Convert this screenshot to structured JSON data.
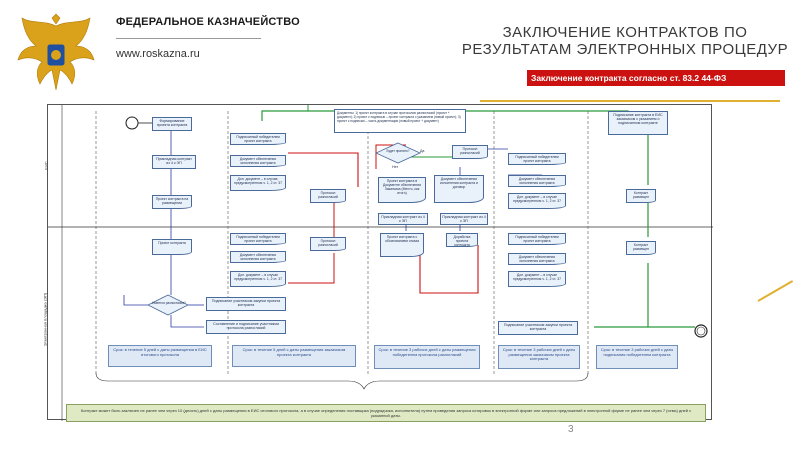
{
  "header": {
    "brand_name": "ФЕДЕРАЛЬНОЕ КАЗНАЧЕЙСТВО",
    "brand_url": "www.roskazna.ru",
    "title": "ЗАКЛЮЧЕНИЕ КОНТРАКТОВ ПО РЕЗУЛЬТАТАМ ЭЛЕКТРОННЫХ ПРОЦЕДУР",
    "subtitle": "Заключение контракта согласно ст. 83.2 44-ФЗ"
  },
  "lanes": {
    "top": "ЕИС",
    "bottom": "Электронная площадка (ЭП)"
  },
  "boxes": {
    "b1": "Формирование проекта контракта",
    "b2": "Прикладная контракт из 4 к ЭП",
    "b3": "Проект контракта на размещении",
    "b4": "Проект контракта",
    "d1": "Имеется разногласия?",
    "c1": "Подписанный победителем проект контракта",
    "c2": "Документ обеспечения исполнения контракта",
    "c3": "Доп. документ – в случае, предусмотренном ч. 1, 2 ст. 37",
    "c4": "Подписанный победителем проект контракта",
    "c5": "Документ обеспечения исполнения контракта",
    "c6": "Доп. документ – в случае предусмотренном ч. 1, 2 ст. 37",
    "c7": "Подписание участником закупки проекта контракта",
    "c8": "Составление и подписание участником протокола разногласий",
    "p1": "Протокол разногласий",
    "p2": "Протокол разногласий",
    "m1": "Проект контракта в Документе обеспечения Заказчика (Место, как итого)",
    "m2": "Протокол разногласий",
    "m3": "Документ обеспечения исполнения контракта и договор",
    "m4": "Прикладная контракт из 4 к ЭП",
    "m5": "Прикладная контракт из 4 к ЭП",
    "m6": "Проект контракта с обоснованием отказа",
    "m7": "Доработка проекта контракта",
    "d2": "Будет принято?",
    "c9": "Подписанный победителем проект контракта",
    "c10": "Документ обеспечения исполнения контракта",
    "c11": "Доп. документ – в случае предусмотренном ч. 1, 2 ст. 37",
    "c12": "Подписанный победителем проект контракта",
    "c13": "Документ обеспечения исполнения контракта",
    "c14": "Доп. документ – в случае предусмотренном ч. 1, 2 ст. 37",
    "c15": "Подписание участником закупки проекта контракта",
    "f1": "Подписание контракта в ЕИС заказчиком с указанием о подписанном контракте",
    "f2": "Контракт размещен",
    "f3": "Контракт размещен",
    "note": "Документы: 1) проект контракта в случае протоколов разногласий (проект + документ); 2) проект с подписью – проект контракта с указанием (новый проект); 3) проект с подписью – часть документации (новый проект + документ)",
    "yes": "Да",
    "no": "Нет"
  },
  "terms": {
    "t1": "Срок: в течение 5 дней с даты размещения в ЕИС итогового протокола",
    "t2": "Срок: в течение 5 дней с даты размещения заказчиком проекта контракта",
    "t3": "Срок: в течение 3 рабочих дней с даты размещения победителем протокола разногласий",
    "t4": "Срок: в течение 3 рабочих дней с даты размещения заказчиком проекта контракта",
    "t5": "Срок: в течение 3 рабочих дней с даты подписания победителем контракта"
  },
  "footer": {
    "note": "Контракт может быть заключен не ранее чем через 10 (десять) дней с даты размещения в ЕИС итогового протокола, а в случае определения поставщика (подрядчика, исполнителя) путем проведения запроса котировок в электронной форме или запроса предложений в электронной форме не ранее чем через 7 (семь) дней с указанной даты.",
    "page": "3"
  },
  "colors": {
    "accent_red": "#cc1111",
    "accent_gold": "#e0b030",
    "flow_green": "#2a9a3a",
    "flow_blue": "#2a3aa0",
    "flow_red": "#cc1111"
  }
}
